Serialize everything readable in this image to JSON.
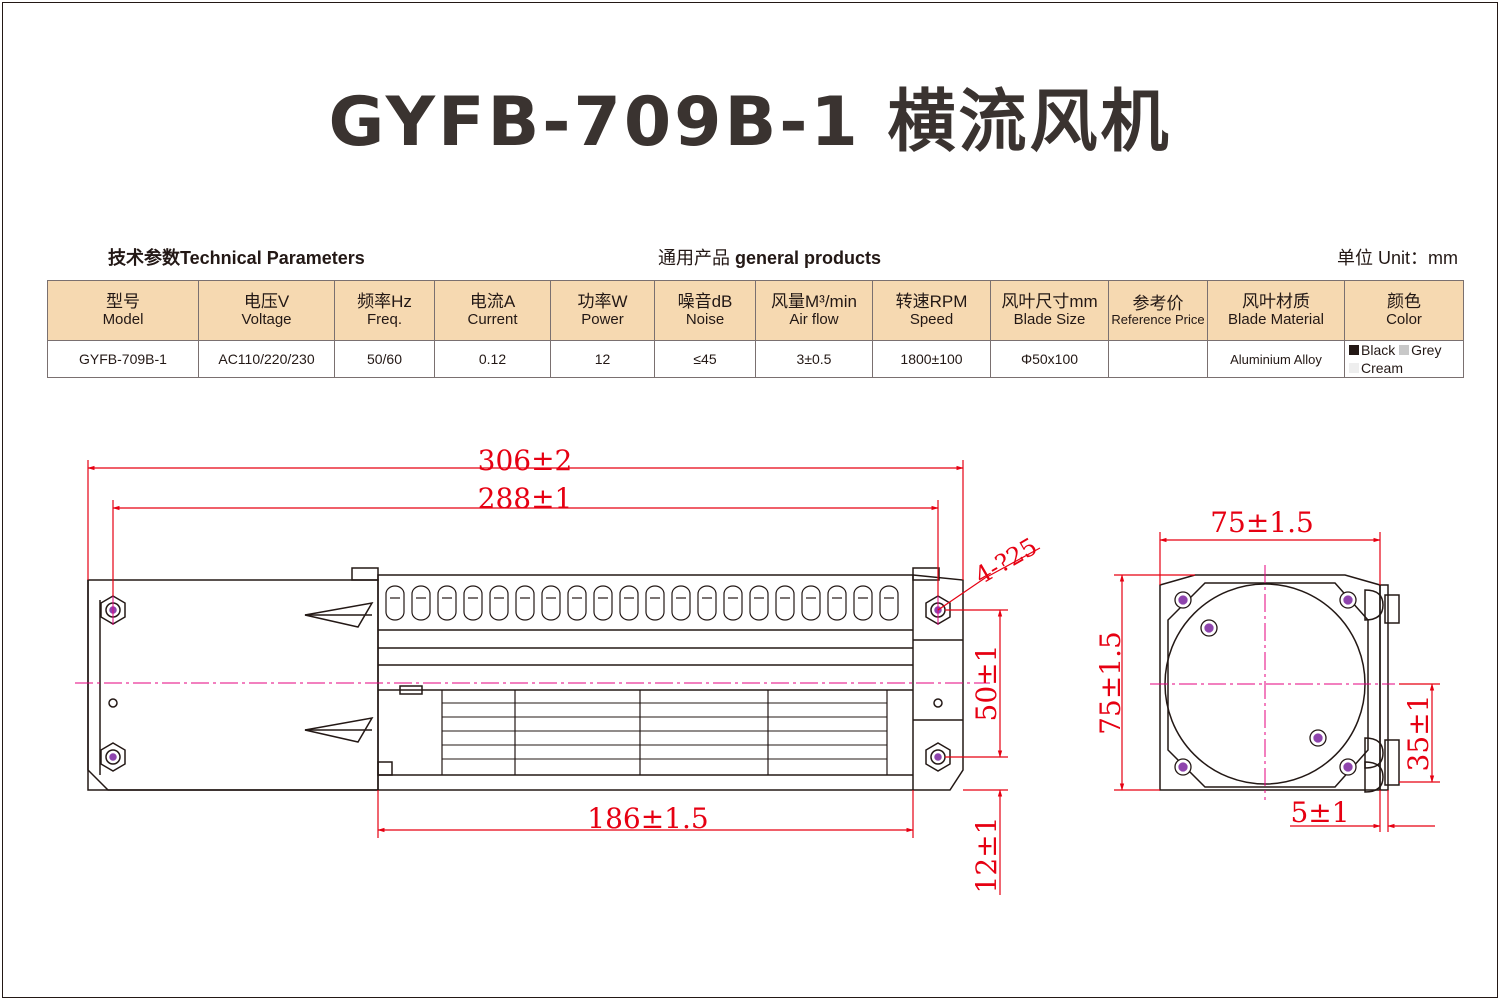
{
  "title": "GYFB-709B-1 横流风机",
  "subtitle_left": "技术参数Technical Parameters",
  "subtitle_mid_cn": "通用产品",
  "subtitle_mid_en": "general products",
  "subtitle_right": "单位 Unit：mm",
  "table": {
    "headers": [
      {
        "cn": "型号",
        "en": "Model"
      },
      {
        "cn": "电压V",
        "en": "Voltage"
      },
      {
        "cn": "频率Hz",
        "en": "Freq."
      },
      {
        "cn": "电流A",
        "en": "Current"
      },
      {
        "cn": "功率W",
        "en": "Power"
      },
      {
        "cn": "噪音dB",
        "en": "Noise"
      },
      {
        "cn": "风量M³/min",
        "en": "Air flow"
      },
      {
        "cn": "转速RPM",
        "en": "Speed"
      },
      {
        "cn": "风叶尺寸mm",
        "en": "Blade Size"
      },
      {
        "cn": "参考价",
        "en": "Reference Price"
      },
      {
        "cn": "风叶材质",
        "en": "Blade Material"
      },
      {
        "cn": "颜色",
        "en": "Color"
      }
    ],
    "row": {
      "model": "GYFB-709B-1",
      "voltage": "AC110/220/230",
      "freq": "50/60",
      "current": "0.12",
      "power": "12",
      "noise": "≤45",
      "airflow": "3±0.5",
      "speed": "1800±100",
      "blade_size": "Φ50x100",
      "price": "",
      "blade_material": "Aluminium Alloy",
      "colors": [
        {
          "name": "Black",
          "swatch": "#231815"
        },
        {
          "name": "Grey",
          "swatch": "#c8c8c8"
        },
        {
          "name": "Cream",
          "swatch": "#eeeeee"
        }
      ]
    }
  },
  "dimensions": {
    "overall_length": "306±2",
    "mount_span": "288±1",
    "blower_length": "186±1.5",
    "hole_spec": "4-?25",
    "side_height": "50±1",
    "bottom_offset": "12±1",
    "end_width": "75±1.5",
    "end_height": "75±1.5",
    "terminal_height": "35±1",
    "terminal_offset": "5±1"
  },
  "colors": {
    "text": "#231815",
    "header_bg": "#f6d9b1",
    "dimension": "#e60012",
    "centerline": "#e4007f",
    "screw": "#8e44ad"
  }
}
